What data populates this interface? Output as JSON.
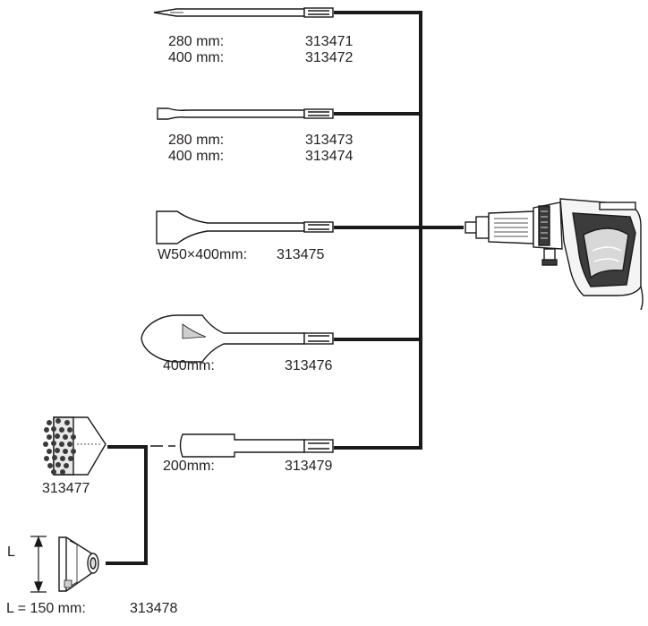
{
  "diagram": {
    "accessories": [
      {
        "name": "pointed-chisel",
        "rows": [
          {
            "size": "280 mm:",
            "code": "313471"
          },
          {
            "size": "400 mm:",
            "code": "313472"
          }
        ]
      },
      {
        "name": "flat-chisel",
        "rows": [
          {
            "size": "280 mm:",
            "code": "313473"
          },
          {
            "size": "400 mm:",
            "code": "313474"
          }
        ]
      },
      {
        "name": "wide-chisel",
        "rows": [
          {
            "size": "W50×400mm:",
            "code": "313475"
          }
        ]
      },
      {
        "name": "spade-chisel",
        "rows": [
          {
            "size": "400mm:",
            "code": "313476"
          }
        ]
      },
      {
        "name": "shank-adapter",
        "rows": [
          {
            "size": "200mm:",
            "code": "313479"
          }
        ]
      }
    ],
    "bush_hammer_head": {
      "code": "313477"
    },
    "tamper_plate": {
      "dimension_letter": "L",
      "size": "L = 150 mm:",
      "code": "313478"
    },
    "icons": [
      "pointed-chisel-icon",
      "flat-chisel-icon",
      "wide-chisel-icon",
      "spade-chisel-icon",
      "shank-adapter-icon",
      "bush-hammer-head-icon",
      "tamper-plate-icon",
      "demolition-hammer-icon"
    ]
  }
}
